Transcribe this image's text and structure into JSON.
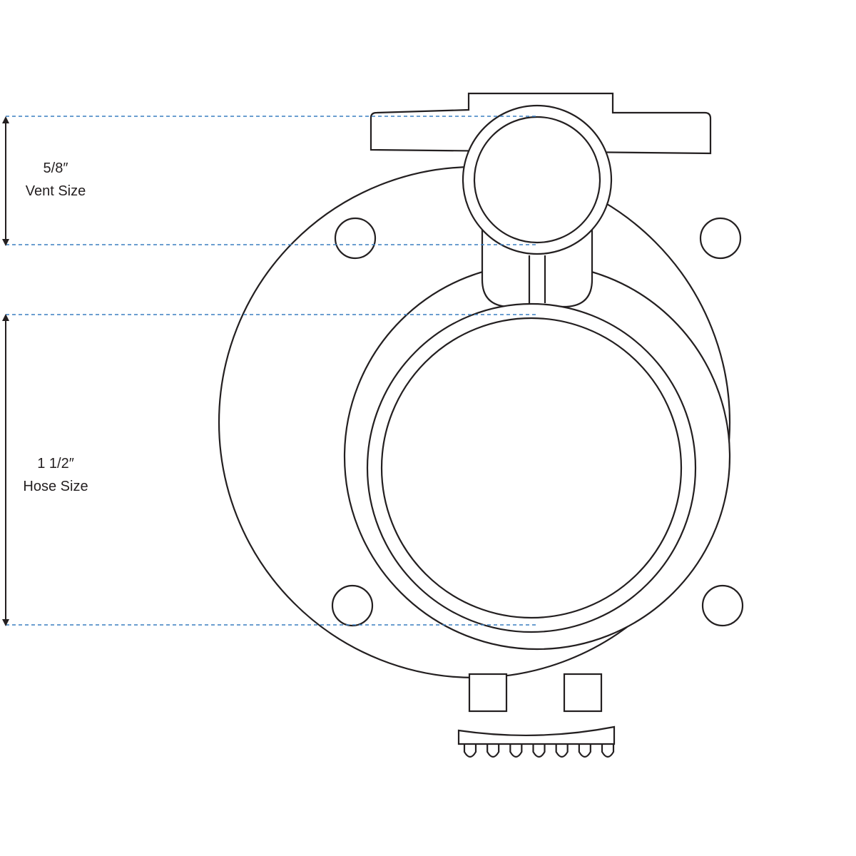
{
  "colors": {
    "outline": "#231f20",
    "guide_line": "#3a7fc1",
    "background": "#ffffff"
  },
  "dimensions": {
    "vent": {
      "size": "5/8″",
      "label": "Vent Size"
    },
    "hose": {
      "size": "1 1/2″",
      "label": "Hose Size"
    }
  },
  "part": {
    "mounting_holes": 4,
    "square_slots": 2,
    "bottom_teeth": 7
  }
}
